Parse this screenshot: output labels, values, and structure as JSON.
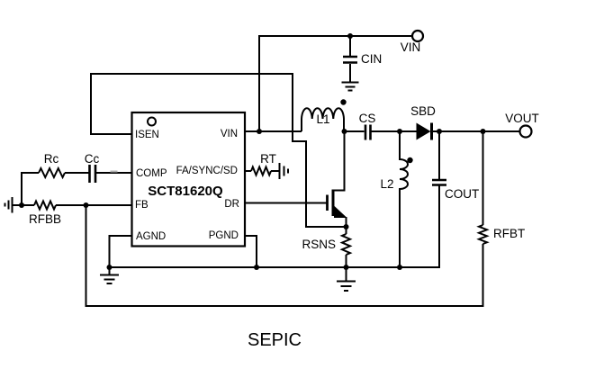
{
  "title": "SEPIC",
  "ic": {
    "part_number": "SCT81620Q",
    "pin_isen": "ISEN",
    "pin_comp": "COMP",
    "pin_fb": "FB",
    "pin_agnd": "AGND",
    "pin_vin": "VIN",
    "pin_fa_sync_sd": "FA/SYNC/SD",
    "pin_dr": "DR",
    "pin_pgnd": "PGND"
  },
  "terminals": {
    "vin": "VIN",
    "vout": "VOUT"
  },
  "components": {
    "rc": "Rc",
    "cc": "Cc",
    "rfbb": "RFBB",
    "rt": "RT",
    "cin": "CIN",
    "l1": "L1",
    "cs": "CS",
    "sbd": "SBD",
    "l2": "L2",
    "cout": "COUT",
    "rfbt": "RFBT",
    "rsns": "RSNS"
  },
  "colors": {
    "wire": "#000000",
    "background": "#ffffff",
    "label": "#000000"
  }
}
